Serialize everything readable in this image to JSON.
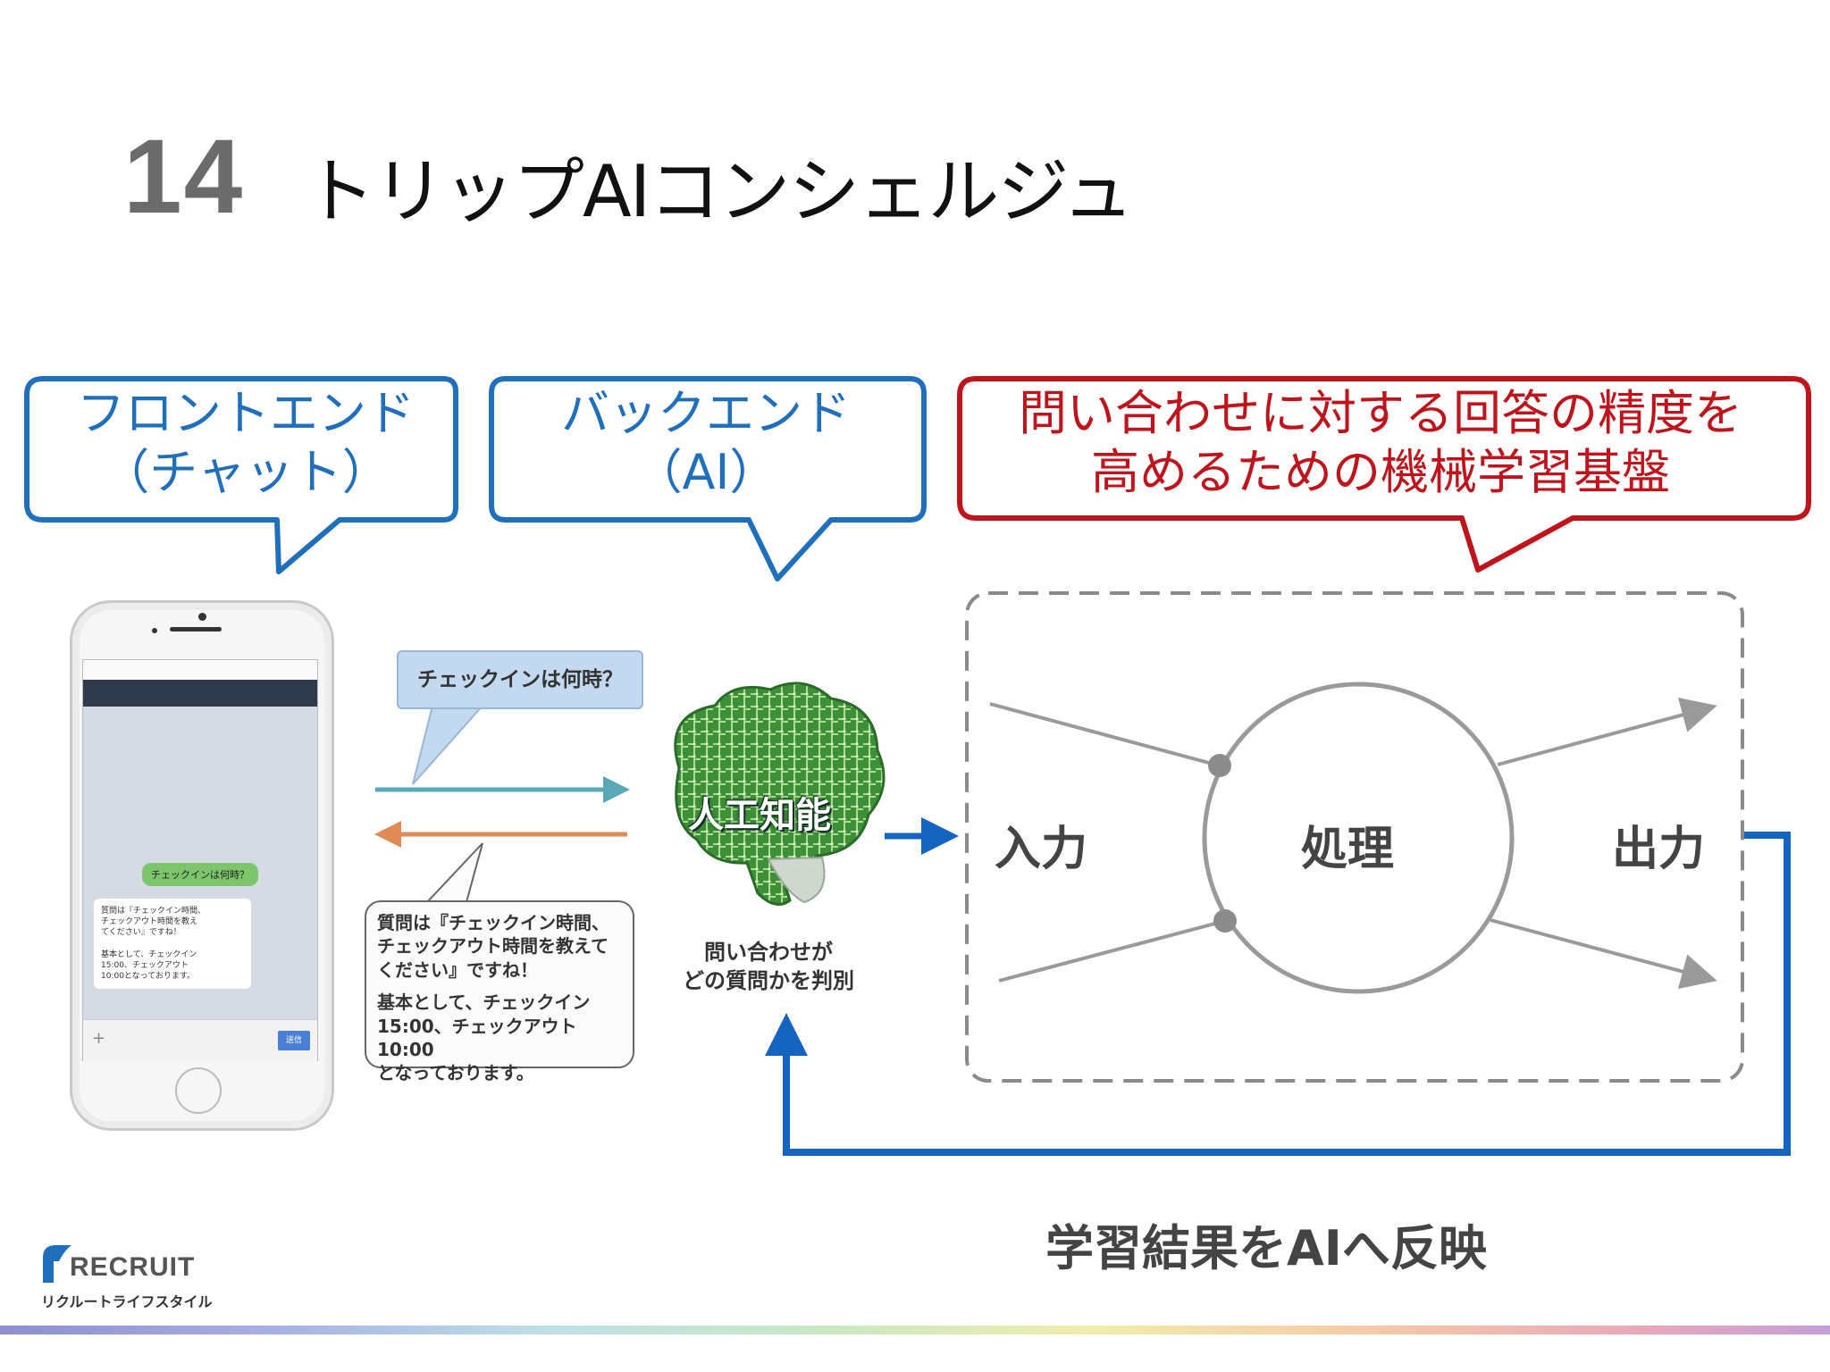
{
  "slide": {
    "number": "14",
    "title": "トリップAIコンシェルジュ"
  },
  "callouts": {
    "frontend": {
      "line1": "フロントエンド",
      "line2": "（チャット）"
    },
    "backend": {
      "line1": "バックエンド",
      "line2": "（AI）"
    },
    "ml": {
      "line1": "問い合わせに対する回答の精度を",
      "line2": "高めるための機械学習基盤"
    }
  },
  "phone": {
    "user_message": "チェックインは何時？",
    "reply": "質問は『チェックイン時間、\nチェックアウト時間を教え\nてください』ですね！\n\n基本として、チェックイン\n15:00、チェックアウト\n10:00となっております。",
    "send_label": "送信",
    "plus_label": "+"
  },
  "chat": {
    "question": "チェックインは何時？",
    "answer_part1": "質問は『チェックイン時間、\nチェックアウト時間を教えて\nください』ですね！",
    "answer_part2": "基本として、チェックイン\n15:00、チェックアウト10:00\nとなっております。"
  },
  "brain": {
    "label": "人工知能",
    "caption": "問い合わせが\nどの質問かを判別"
  },
  "neuron": {
    "input": "入力",
    "process": "処理",
    "output": "出力"
  },
  "feedback": {
    "caption": "学習結果をAIへ反映"
  },
  "logo": {
    "word": "RECRUIT",
    "sub": "リクルートライフスタイル"
  },
  "colors": {
    "blue": "#1f6fbd",
    "red": "#c0141c",
    "gray": "#9a9a9a",
    "feedback_arrow": "#1565c0",
    "orange_arrow": "#e08a55",
    "teal_arrow": "#5ba8b5"
  }
}
